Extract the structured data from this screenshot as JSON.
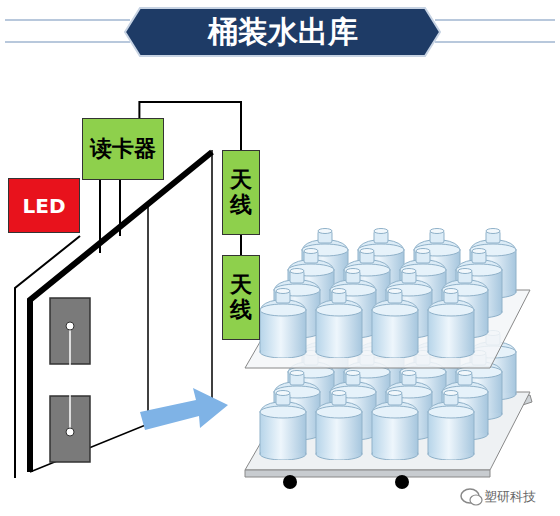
{
  "diagram": {
    "title": "桶装水出库",
    "nodes": [
      {
        "text": [
          "LED"
        ]
      },
      {
        "text": [
          "读卡器"
        ]
      },
      {
        "text": [
          "天线"
        ]
      },
      {
        "text": [
          "天线"
        ]
      }
    ],
    "edges": [
      {
        "from": 1,
        "to": 2,
        "arrow": "none"
      },
      {
        "from": 2,
        "to": 3,
        "arrow": "none"
      }
    ],
    "labels": [
      "塑研科技"
    ]
  }
}
